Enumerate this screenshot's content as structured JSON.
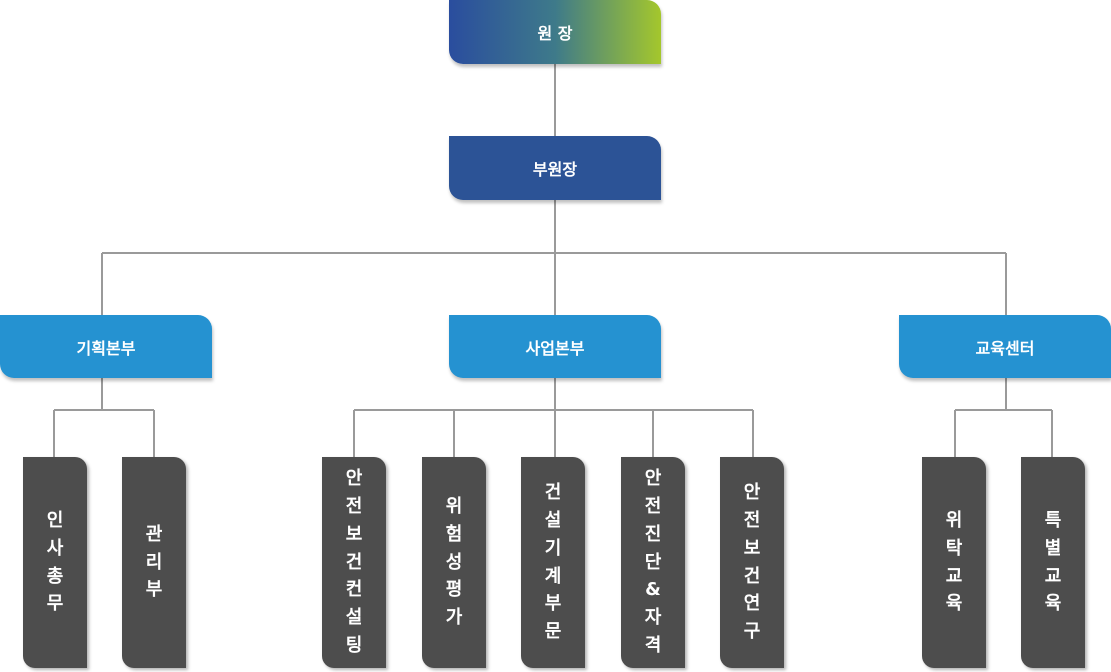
{
  "director": {
    "label": "원 장"
  },
  "deputy": {
    "label": "부원장"
  },
  "divisions": [
    {
      "label": "기획본부",
      "teams": [
        "인사총무",
        "관리부"
      ]
    },
    {
      "label": "사업본부",
      "teams": [
        "안전보건컨설팅",
        "위험성평가",
        "건설기계부문",
        "안전진단&자격",
        "안전보건연구"
      ]
    },
    {
      "label": "교육센터",
      "teams": [
        "위탁교육",
        "특별교육"
      ]
    }
  ],
  "colors": {
    "director_gradient": [
      "#2a4d9e",
      "#a4c72c"
    ],
    "deputy": "#2c5396",
    "division": "#2592d1",
    "team": "#4d4d4d",
    "connector": "#9a9a9a"
  }
}
